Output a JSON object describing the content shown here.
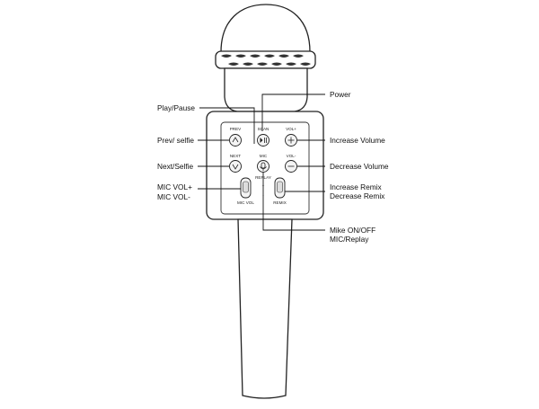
{
  "diagram": {
    "callouts": {
      "power": "Power",
      "play_pause": "Play/Pause",
      "prev_selfie": "Prev/ selfie",
      "next_selfie": "Next/Selfie",
      "mic_vol_plus": "MIC VOL+",
      "mic_vol_minus": "MIC VOL-",
      "increase_volume": "Increase Volume",
      "decrease_volume": "Decrease Volume",
      "increase_remix": "Increase Remix",
      "decrease_remix": "Decrease Remix",
      "mike_on_off": "Mike ON/OFF",
      "mic_replay": "MIC/Replay"
    },
    "panel_labels": {
      "prev": "PREV",
      "scan": "SCAN",
      "vol_plus": "VOL+",
      "next": "NEXT",
      "mic": "MIC",
      "vol_minus": "VOL-",
      "replay": "REPLAY",
      "plus": "+",
      "minus": "-",
      "mic_vol": "MIC VOL",
      "remix": "REMIX"
    },
    "icons": {
      "prev": "chevron-up-icon",
      "scan": "play-pause-icon",
      "vol_plus": "plus-icon",
      "next": "chevron-down-icon",
      "mic": "microphone-icon",
      "vol_minus": "minus-icon"
    }
  }
}
